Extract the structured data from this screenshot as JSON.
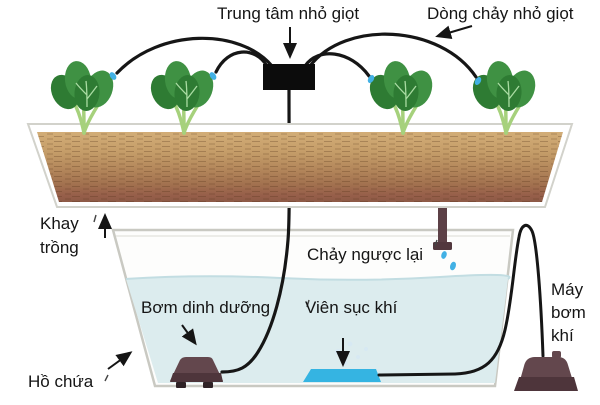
{
  "diagram_title": "drip-hydroponic-system-diagram",
  "labels": {
    "drip_center": "Trung tâm nhỏ giọt",
    "drip_flow": "Dòng chảy nhỏ giọt",
    "grow_tray": "Khay\ntrồng",
    "backflow": "Chảy ngược lại",
    "nutrient_pump": "Bơm dinh dưỡng",
    "air_stone": "Viên sục khí",
    "air_pump": "Máy\nbơm\nkhí",
    "reservoir": "Hồ chứa"
  },
  "colors": {
    "tube": "#161616",
    "drip_box": "#0c0c0c",
    "water": "#dcecee",
    "water_edge": "#c2dde2",
    "air_stone": "#35b4e2",
    "pump_body": "#63474d",
    "pump_band": "#4e353b",
    "pump_foot": "#2f2226",
    "pipe": "#5c4046",
    "pipe_flange": "#52383e",
    "drop": "#42b1e5",
    "leaf_dark": "#2e7b33",
    "leaf_mid": "#3f9143",
    "stem": "#a6d17c",
    "vein": "#a9dba2",
    "tank_border": "#c9c9c2",
    "tray_border": "#d2d2cb",
    "soil_top": "#d2ad77",
    "soil_bottom": "#8d5a46",
    "text": "#151515",
    "bubble": "#d7e9f4"
  }
}
